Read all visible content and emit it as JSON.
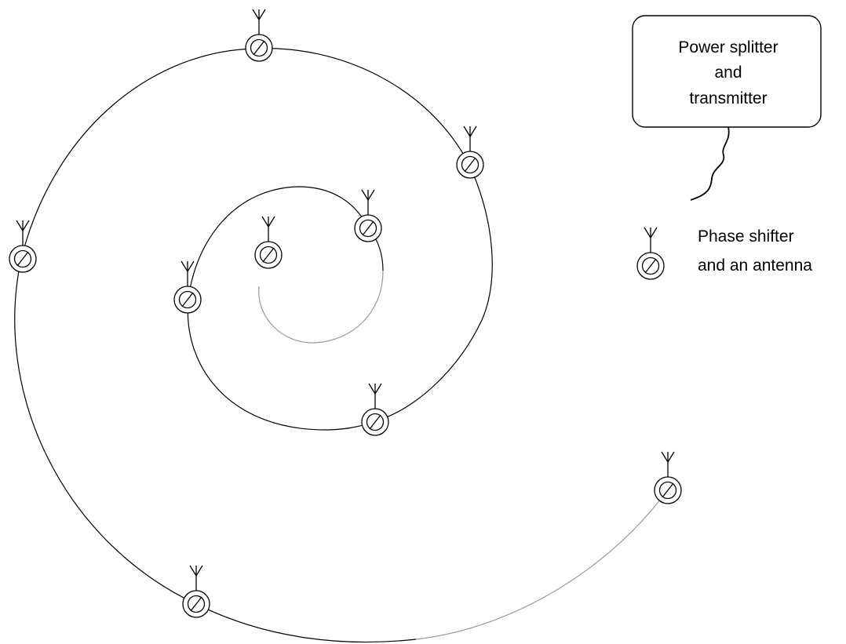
{
  "colors": {
    "line": "#000000",
    "faded_line": "#9a9a9a",
    "background": "#ffffff"
  },
  "power_box": {
    "line1": "Power splitter",
    "line2": "and",
    "line3": "transmitter"
  },
  "legend": {
    "line1": "Phase shifter",
    "line2": "and an antenna",
    "icon": "phase-shifter-antenna-icon"
  },
  "phase_symbol": "∅"
}
